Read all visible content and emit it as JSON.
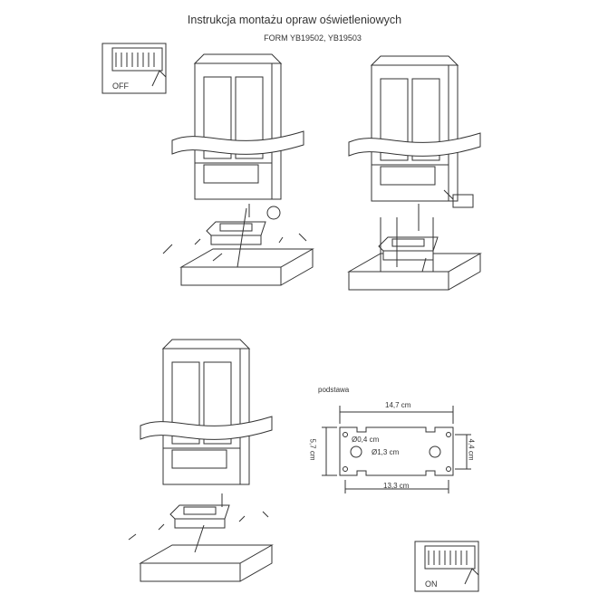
{
  "header": {
    "title": "Instrukcja montażu opraw oświetleniowych",
    "subtitle": "FORM YB19502, YB19503"
  },
  "switch_panels": {
    "off_label": "OFF",
    "on_label": "ON"
  },
  "base_diagram": {
    "label": "podstawa",
    "width_total": "14,7 cm",
    "width_holes": "13,3 cm",
    "height_total": "5,7 cm",
    "height_holes": "4,4 cm",
    "small_hole": "Ø0,4 cm",
    "large_hole": "Ø1,3 cm"
  }
}
